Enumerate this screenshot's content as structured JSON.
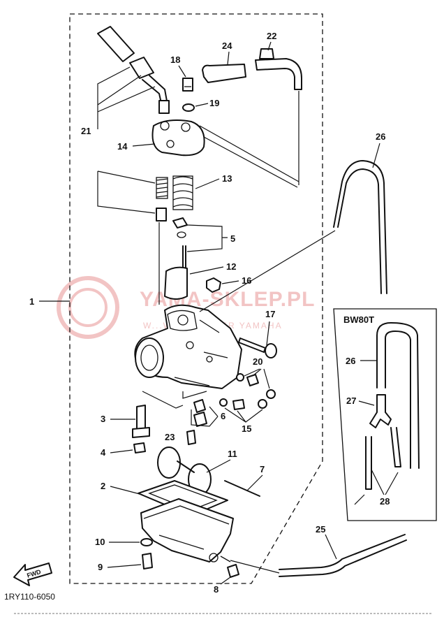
{
  "diagram": {
    "drawing_code": "1RY110-6050",
    "fwd_label": "FWD",
    "inset_label": "BW80T",
    "watermark": {
      "brand": "YAMA-SKLEP.PL",
      "subtitle": "W...WICZ DEALER YAMAHA"
    },
    "callouts": [
      {
        "id": "1",
        "label": "1"
      },
      {
        "id": "2",
        "label": "2"
      },
      {
        "id": "3",
        "label": "3"
      },
      {
        "id": "4",
        "label": "4"
      },
      {
        "id": "5",
        "label": "5"
      },
      {
        "id": "6",
        "label": "6"
      },
      {
        "id": "7",
        "label": "7"
      },
      {
        "id": "8",
        "label": "8"
      },
      {
        "id": "9",
        "label": "9"
      },
      {
        "id": "10",
        "label": "10"
      },
      {
        "id": "11",
        "label": "11"
      },
      {
        "id": "12",
        "label": "12"
      },
      {
        "id": "13",
        "label": "13"
      },
      {
        "id": "14",
        "label": "14"
      },
      {
        "id": "15",
        "label": "15"
      },
      {
        "id": "16",
        "label": "16"
      },
      {
        "id": "17",
        "label": "17"
      },
      {
        "id": "18",
        "label": "18"
      },
      {
        "id": "19",
        "label": "19"
      },
      {
        "id": "20",
        "label": "20"
      },
      {
        "id": "21",
        "label": "21"
      },
      {
        "id": "22",
        "label": "22"
      },
      {
        "id": "23",
        "label": "23"
      },
      {
        "id": "24",
        "label": "24"
      },
      {
        "id": "25",
        "label": "25"
      },
      {
        "id": "26",
        "label": "26"
      },
      {
        "id": "26b",
        "label": "26"
      },
      {
        "id": "27",
        "label": "27"
      },
      {
        "id": "28",
        "label": "28"
      }
    ]
  }
}
